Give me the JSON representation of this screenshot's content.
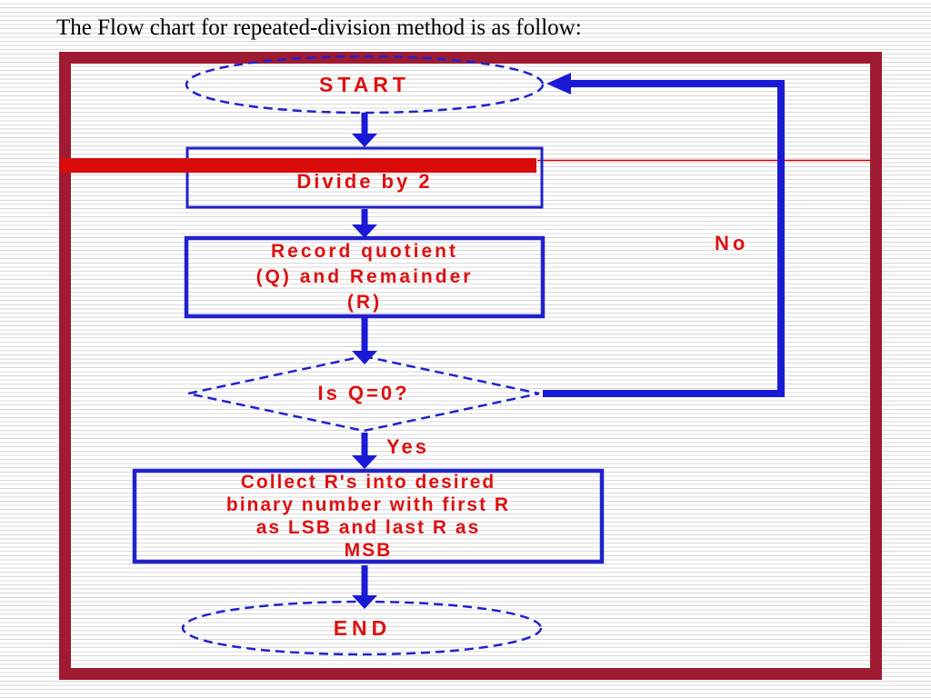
{
  "slide": {
    "title": "The Flow chart for repeated-division method is as follow:"
  },
  "flowchart": {
    "nodes": [
      {
        "id": "start",
        "type": "terminator",
        "label": "START"
      },
      {
        "id": "divide",
        "type": "process",
        "label": "Divide by 2"
      },
      {
        "id": "record",
        "type": "process",
        "label": "Record quotient\n(Q) and Remainder\n(R)"
      },
      {
        "id": "decision",
        "type": "decision",
        "label": "Is Q=0?"
      },
      {
        "id": "collect",
        "type": "process",
        "label": "Collect R's into desired\nbinary number with first R\nas LSB and last R as\nMSB"
      },
      {
        "id": "end",
        "type": "terminator",
        "label": "END"
      }
    ],
    "edges": [
      {
        "from": "decision",
        "to": "collect",
        "label": "Yes"
      },
      {
        "from": "decision",
        "to": "start",
        "label": "No"
      }
    ]
  },
  "colors": {
    "frame_border": "#9e1b32",
    "shape_outline_blue": "#2222cc",
    "arrow_blue": "#1a1ad6",
    "label_red": "#dd1111",
    "accent_bar_red": "#d90b0b",
    "stripe_gray": "#d8d8d8",
    "title_black": "#000000"
  }
}
